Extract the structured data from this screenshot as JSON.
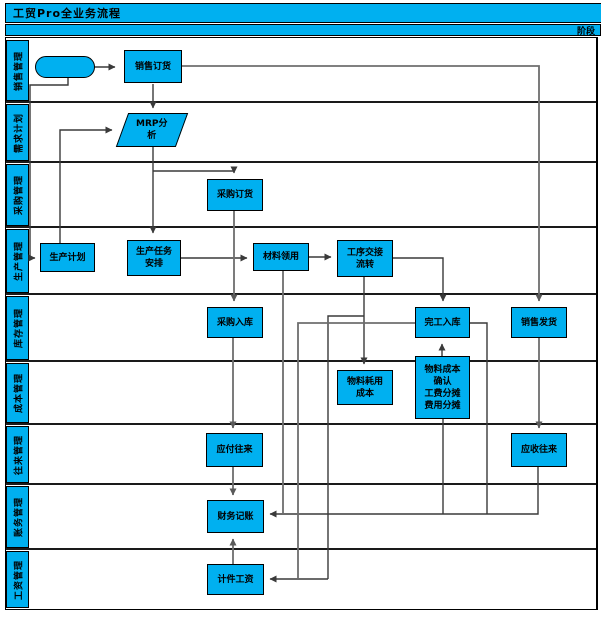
{
  "title": "工贸Pro全业务流程",
  "stage_label": "阶段",
  "colors": {
    "node_fill": "#00b0f0",
    "header_fill": "#00b0f0",
    "border": "#000000",
    "connector_dark": "#3a3a3a",
    "connector_gray": "#757575"
  },
  "lanes": [
    {
      "label": "销售管理"
    },
    {
      "label": "需求计划"
    },
    {
      "label": "采购管理"
    },
    {
      "label": "生产管理"
    },
    {
      "label": "库存管理"
    },
    {
      "label": "成本管理"
    },
    {
      "label": "往来管理"
    },
    {
      "label": "账务管理"
    },
    {
      "label": "工资管理"
    }
  ],
  "nodes": {
    "start": {
      "label": ""
    },
    "sales_order": {
      "label": "销售订货"
    },
    "mrp": {
      "label": "MRP分\n析"
    },
    "purchase_order": {
      "label": "采购订货"
    },
    "prod_plan": {
      "label": "生产计划"
    },
    "prod_task": {
      "label": "生产任务\n安排"
    },
    "mat_req": {
      "label": "材料领用"
    },
    "process_flow": {
      "label": "工序交接\n流转"
    },
    "purchase_in": {
      "label": "采购入库"
    },
    "finish_in": {
      "label": "完工入库"
    },
    "sales_ship": {
      "label": "销售发货"
    },
    "mat_cost": {
      "label": "物料耗用\n成本"
    },
    "cost_confirm": {
      "label": "物料成本\n确认\n工费分摊\n费用分摊"
    },
    "ap": {
      "label": "应付往来"
    },
    "ar": {
      "label": "应收往来"
    },
    "bookkeeping": {
      "label": "财务记账"
    },
    "piece_wage": {
      "label": "计件工资"
    }
  }
}
